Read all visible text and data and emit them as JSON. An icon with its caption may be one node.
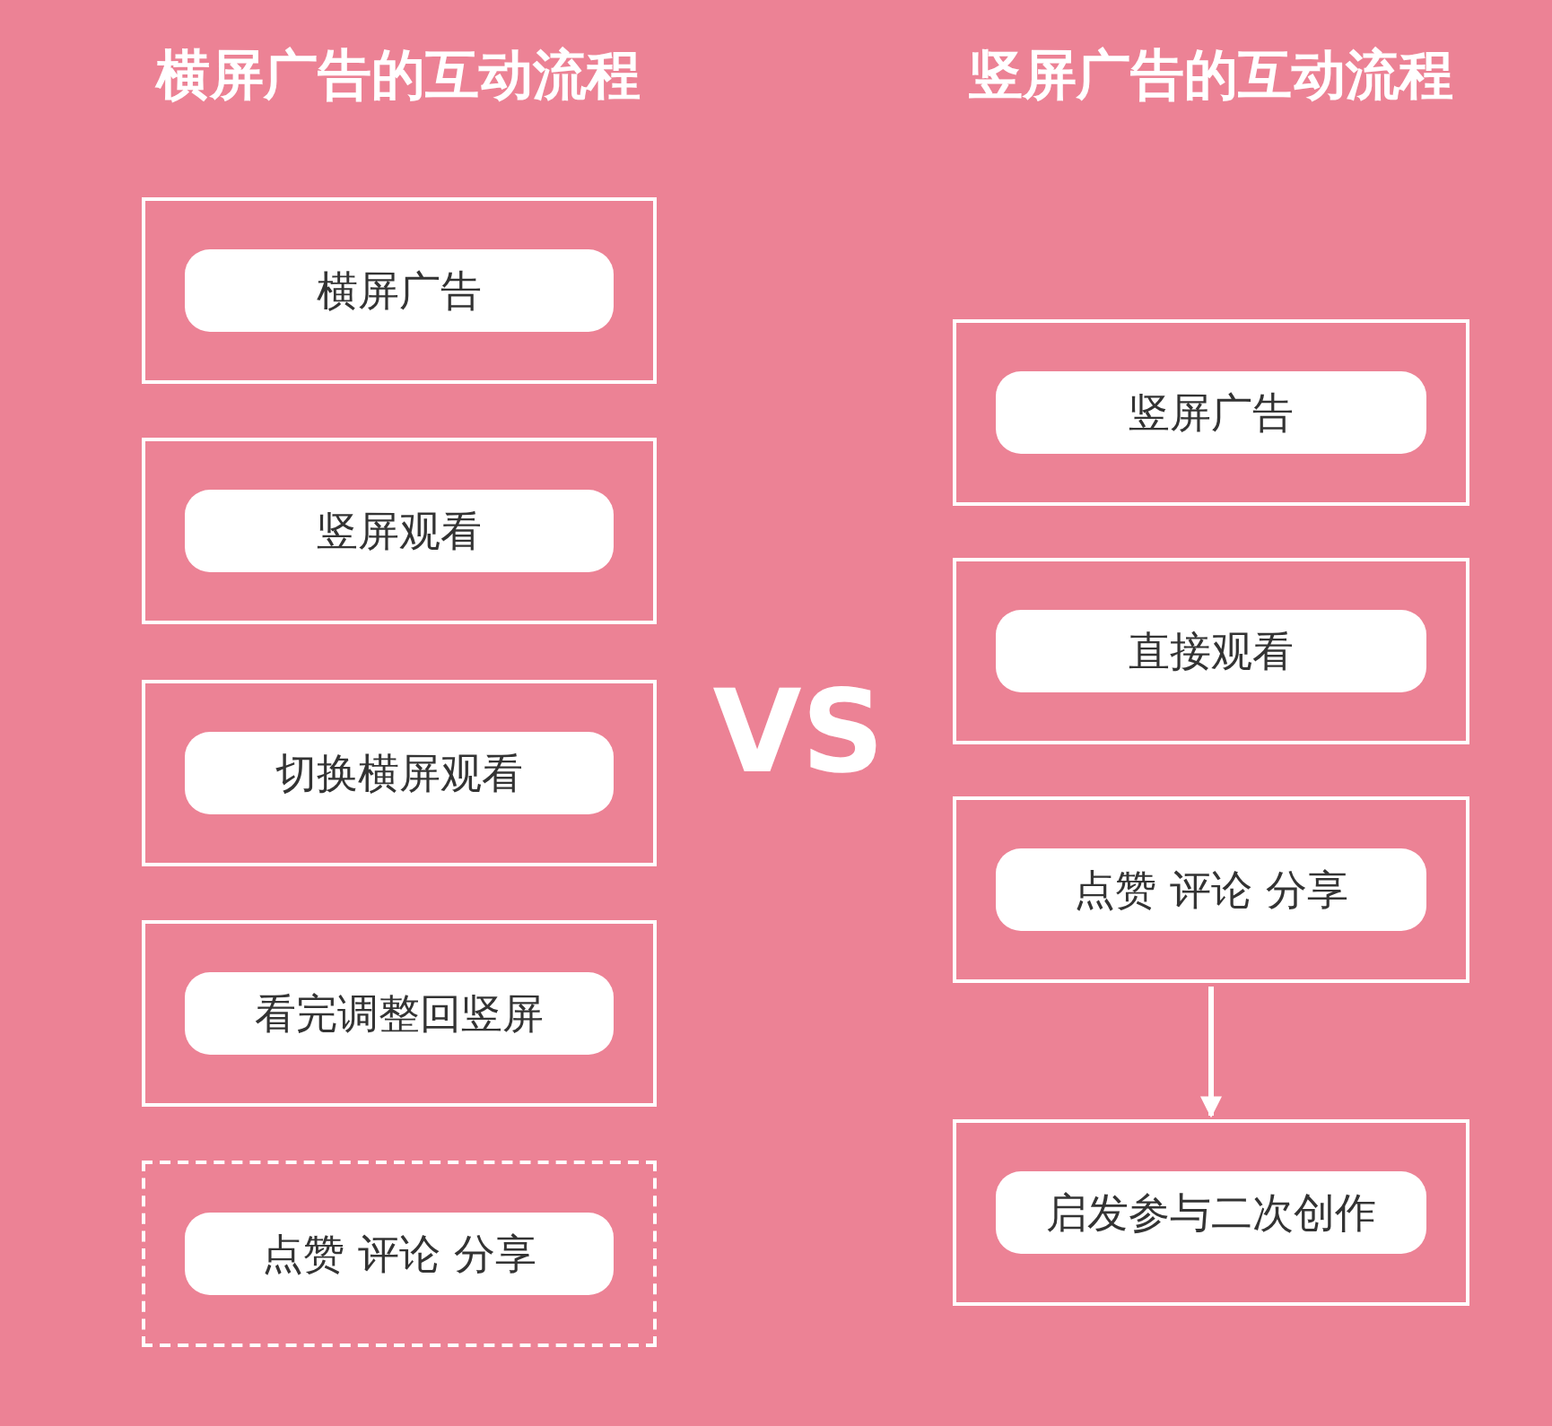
{
  "diagram": {
    "nodes": [
      {
        "text": [],
        "shape": "box"
      },
      {
        "text": [
          "横屏广告"
        ],
        "in": 0
      },
      {
        "text": [],
        "shape": "box"
      },
      {
        "text": [
          "竖屏观看"
        ],
        "in": 2
      },
      {
        "text": [],
        "shape": "box"
      },
      {
        "text": [
          "切换横屏观看"
        ],
        "in": 4
      },
      {
        "text": [],
        "shape": "box"
      },
      {
        "text": [
          "看完调整回竖屏"
        ],
        "in": 6
      },
      {
        "text": [],
        "shape": "box"
      },
      {
        "text": [
          "点赞 评论 分享"
        ],
        "in": 8
      },
      {
        "text": [],
        "shape": "box"
      },
      {
        "text": [
          "竖屏广告"
        ],
        "in": 10
      },
      {
        "text": [],
        "shape": "box"
      },
      {
        "text": [
          "直接观看"
        ],
        "in": 12
      },
      {
        "text": [],
        "shape": "box"
      },
      {
        "text": [
          "点赞 评论 分享"
        ],
        "in": 14
      },
      {
        "text": [],
        "shape": "box"
      },
      {
        "text": [
          "启发参与二次创作"
        ],
        "in": 16
      }
    ],
    "edges": [
      {
        "from": 14,
        "to": 16,
        "arrow": "to"
      }
    ],
    "labels": [
      "横屏广告的互动流程",
      "竖屏广告的互动流程",
      "VS"
    ]
  }
}
